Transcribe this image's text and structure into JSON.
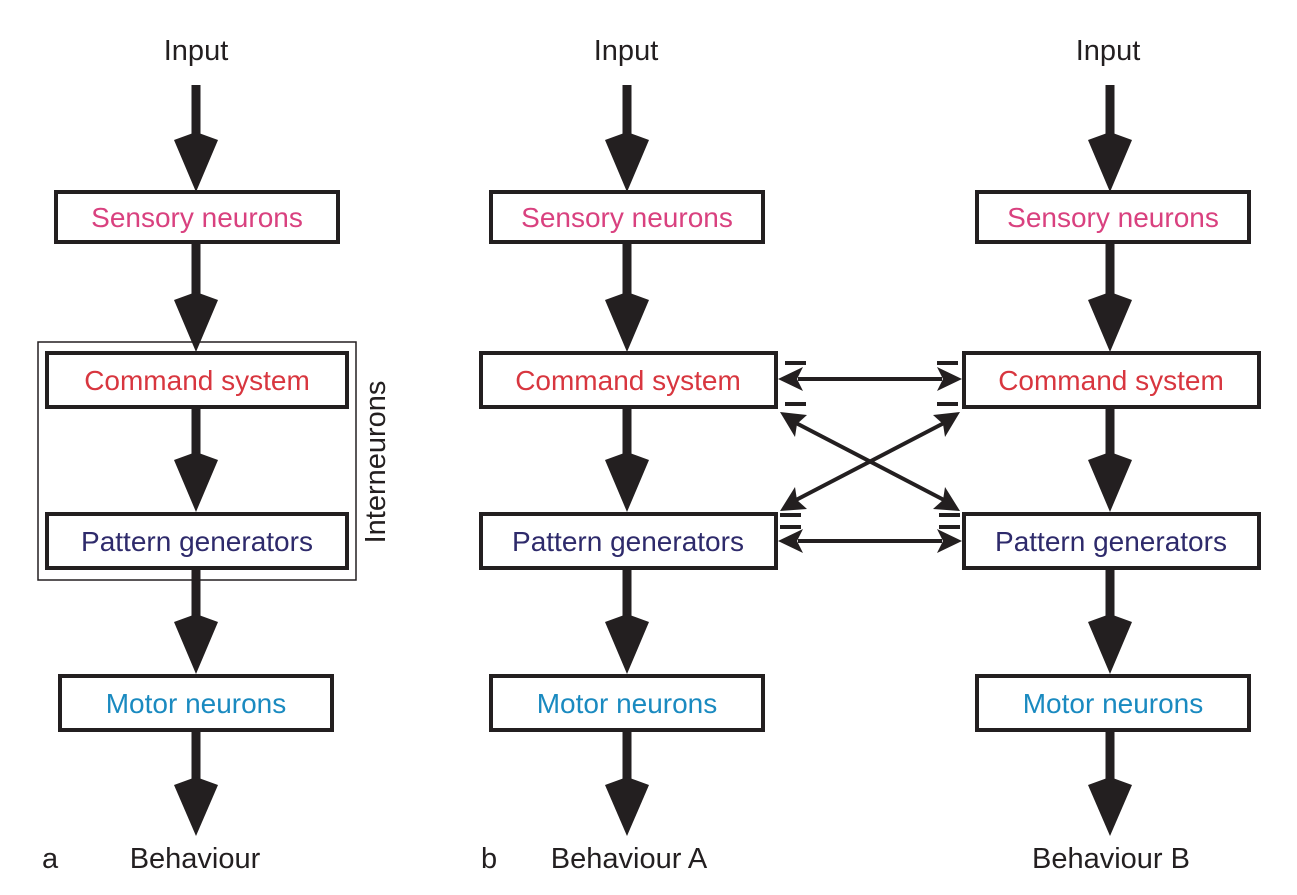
{
  "panels": [
    {
      "panel_letter": "a",
      "input_label": "Input",
      "output_label": "Behaviour",
      "boxes": {
        "sensory": "Sensory neurons",
        "command": "Command system",
        "pattern": "Pattern generators",
        "motor": "Motor neurons"
      },
      "group_label": "Interneurons"
    },
    {
      "panel_letter": "b",
      "input_label": "Input",
      "output_label": "Behaviour A",
      "boxes": {
        "sensory": "Sensory neurons",
        "command": "Command system",
        "pattern": "Pattern generators",
        "motor": "Motor neurons"
      }
    },
    {
      "panel_letter": "",
      "input_label": "Input",
      "output_label": "Behaviour B",
      "boxes": {
        "sensory": "Sensory neurons",
        "command": "Command system",
        "pattern": "Pattern generators",
        "motor": "Motor neurons"
      }
    }
  ],
  "colors": {
    "sensory": "#d9417f",
    "command": "#d8363f",
    "pattern": "#2e2a6b",
    "motor": "#1a8ac0",
    "ink": "#231f20"
  },
  "connections": [
    {
      "from": "Command system A",
      "to": "Command system B",
      "type": "mutual inhibition"
    },
    {
      "from": "Command system A",
      "to": "Pattern generators B",
      "type": "mutual inhibition"
    },
    {
      "from": "Pattern generators A",
      "to": "Command system B",
      "type": "mutual inhibition"
    },
    {
      "from": "Pattern generators A",
      "to": "Pattern generators B",
      "type": "mutual inhibition"
    }
  ]
}
